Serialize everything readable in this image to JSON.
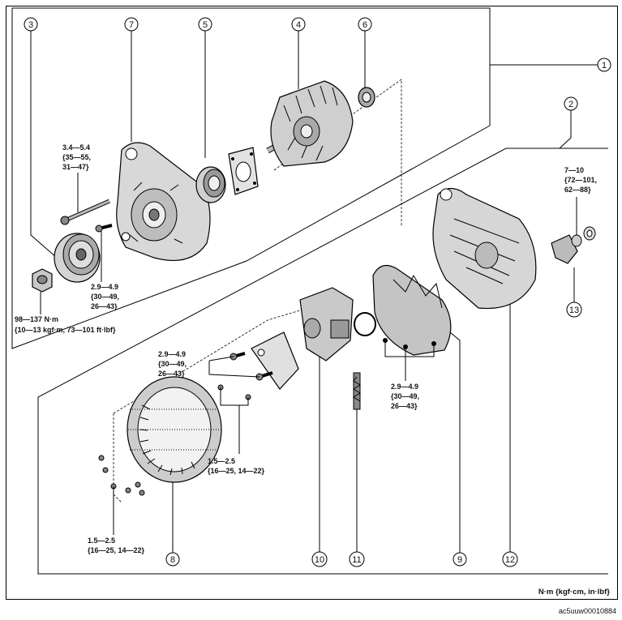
{
  "callouts": [
    "1",
    "2",
    "3",
    "4",
    "5",
    "6",
    "7",
    "8",
    "9",
    "10",
    "11",
    "12",
    "13"
  ],
  "torques": {
    "t_bolt_7": [
      "3.4—5.4",
      "{35—55,",
      "31—47}"
    ],
    "t_bolt_7b": [
      "2.9—4.9",
      "{30—49,",
      "26—43}"
    ],
    "t_nut": [
      "98—137 N·m",
      "{10—13 kgf·m, 73—101 ft·lbf}"
    ],
    "t_reg": [
      "2.9—4.9",
      "{30—49,",
      "26—43}"
    ],
    "t_rect": [
      "2.9—4.9",
      "{30—49,",
      "26—43}"
    ],
    "t_terminal": [
      "7—10",
      "{72—101,",
      "62—88}"
    ],
    "t_small_1": [
      "1.5—2.5",
      "{16—25, 14—22}"
    ],
    "t_small_2": [
      "1.5—2.5",
      "{16—25, 14—22}"
    ]
  },
  "units_label": "N·m {kgf·cm, in·lbf}",
  "image_id": "ac5uuw00010884",
  "colors": {
    "line": "#000000",
    "part_fill": "#d8d8d8",
    "part_dark": "#555555"
  }
}
